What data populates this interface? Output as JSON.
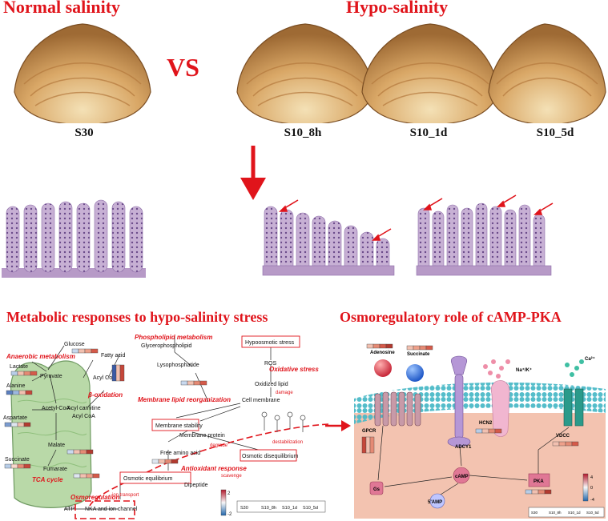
{
  "top": {
    "normal_title": "Normal salinity",
    "hypo_title": "Hypo-salinity",
    "vs": "VS",
    "labels": [
      "S30",
      "S10_8h",
      "S10_1d",
      "S10_5d"
    ]
  },
  "sections": {
    "metabolic_title": "Metabolic responses to hypo-salinity stress",
    "osmo_title": "Osmoregulatory role of cAMP-PKA"
  },
  "metabolic_map": {
    "pathways": {
      "anaerobic": "Anaerobic metabolism",
      "phospholipid": "Phospholipid metabolism",
      "beta_ox": "β-oxidation",
      "membrane_lipid": "Membrane lipid reorganization",
      "oxidative": "Oxidative stress",
      "tca": "TCA cycle",
      "antioxidant": "Antioxidant response",
      "osmoregulation": "Osmoregulation"
    },
    "nodes": {
      "glucose": "Glucose",
      "lactate": "Lactate",
      "pyruvate": "Pyruvate",
      "alanine": "Alanine",
      "acetyl_coa": "Acetyl-CoA",
      "aspartate": "Aspartate",
      "succinate": "Succinate",
      "fumarate": "Fumarate",
      "malate": "Malate",
      "fatty_acid": "Fatty acid",
      "acyl_coa": "Acyl CoA",
      "acyl_carnitine": "Acyl carnitine",
      "acyl_coa2": "Acyl CoA",
      "glycerophospholipid": "Glycerophospholipid",
      "lysophosphatide": "Lysophosphatide",
      "hypoosmotic": "Hypoosmotic stress",
      "ros": "ROS",
      "oxidized_lipid": "Oxidized lipid",
      "damage": "damage",
      "cell_membrane": "Cell membrane",
      "membrane_stability": "Membrane stability",
      "membrane_protein": "Membrane protein",
      "degrade": "degrade",
      "free_aa": "Free amino acid",
      "osmotic_diseq": "Osmotic disequilibrium",
      "osmotic_eq": "Osmotic equilibrium",
      "destabilization": "destabilization",
      "scavenge": "scavenge",
      "dipeptide": "Dipeptide",
      "ion_transport": "ion transport",
      "atp": "ATP",
      "nka": "NKA and ion channel"
    },
    "legend_scale": [
      "2",
      "-2"
    ],
    "legend_cols": [
      "S30",
      "S10_8h",
      "S10_1d",
      "S10_5d"
    ]
  },
  "osmo_map": {
    "adenosine": "Adenosine",
    "succinate": "Succinate",
    "gpcr": "GPCR",
    "hcn2": "HCN2",
    "adcy1": "ADCY1",
    "ions": "Na⁺/K⁺",
    "ca": "Ca²⁺",
    "vdcc": "VDCC",
    "gs": "Gs",
    "camp": "cAMP",
    "amp": "5'AMP",
    "pka": "PKA",
    "legend_scale": [
      "4",
      "0",
      "-4"
    ],
    "legend_cols": [
      "S30",
      "S10_8h",
      "S10_1d",
      "S10_5d"
    ]
  },
  "colors": {
    "accent_red": "#e0141b",
    "hist_purple": "#b79ac7",
    "tca_green": "#b9d9a8",
    "cell_peach": "#f3c3b0"
  }
}
